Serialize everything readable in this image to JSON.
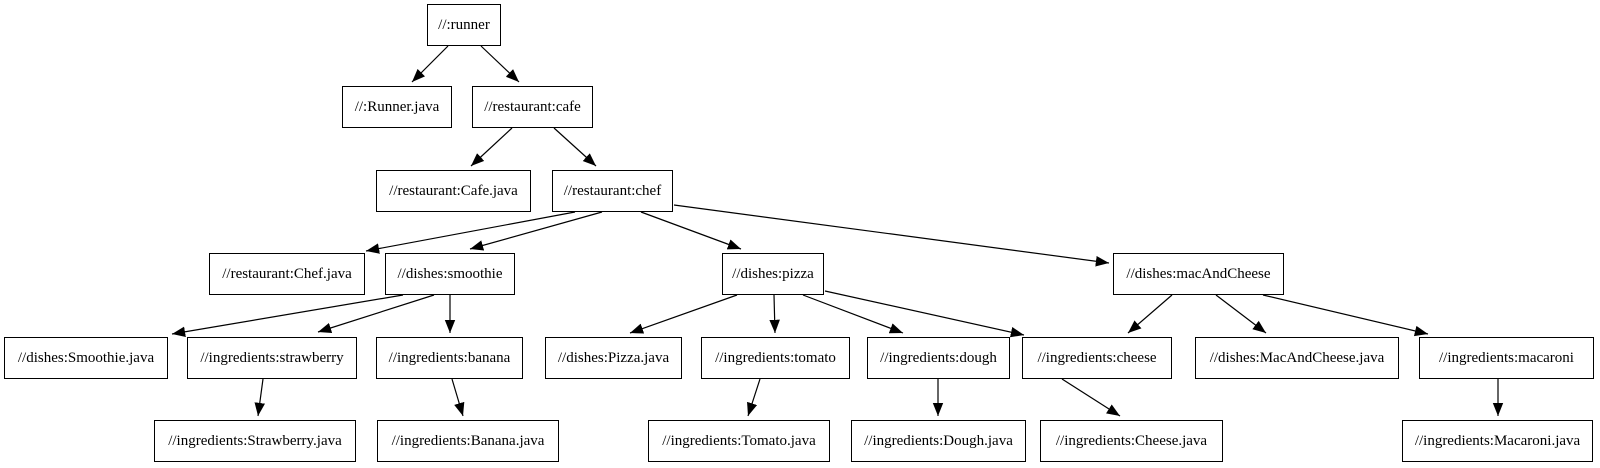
{
  "diagram_type": "dependency-graph",
  "colors": {
    "background": "#ffffff",
    "node_fill": "#ffffff",
    "node_border": "#000000",
    "edge": "#000000",
    "text": "#000000"
  },
  "nodes": [
    {
      "id": "runner",
      "label": "//:runner"
    },
    {
      "id": "runner_java",
      "label": "//:Runner.java"
    },
    {
      "id": "cafe",
      "label": "//restaurant:cafe"
    },
    {
      "id": "cafe_java",
      "label": "//restaurant:Cafe.java"
    },
    {
      "id": "chef",
      "label": "//restaurant:chef"
    },
    {
      "id": "chef_java",
      "label": "//restaurant:Chef.java"
    },
    {
      "id": "smoothie",
      "label": "//dishes:smoothie"
    },
    {
      "id": "pizza",
      "label": "//dishes:pizza"
    },
    {
      "id": "mac_and_cheese",
      "label": "//dishes:macAndCheese"
    },
    {
      "id": "smoothie_java",
      "label": "//dishes:Smoothie.java"
    },
    {
      "id": "strawberry",
      "label": "//ingredients:strawberry"
    },
    {
      "id": "banana",
      "label": "//ingredients:banana"
    },
    {
      "id": "pizza_java",
      "label": "//dishes:Pizza.java"
    },
    {
      "id": "tomato",
      "label": "//ingredients:tomato"
    },
    {
      "id": "dough",
      "label": "//ingredients:dough"
    },
    {
      "id": "cheese",
      "label": "//ingredients:cheese"
    },
    {
      "id": "mac_and_cheese_java",
      "label": "//dishes:MacAndCheese.java"
    },
    {
      "id": "macaroni",
      "label": "//ingredients:macaroni"
    },
    {
      "id": "strawberry_java",
      "label": "//ingredients:Strawberry.java"
    },
    {
      "id": "banana_java",
      "label": "//ingredients:Banana.java"
    },
    {
      "id": "tomato_java",
      "label": "//ingredients:Tomato.java"
    },
    {
      "id": "dough_java",
      "label": "//ingredients:Dough.java"
    },
    {
      "id": "cheese_java",
      "label": "//ingredients:Cheese.java"
    },
    {
      "id": "macaroni_java",
      "label": "//ingredients:Macaroni.java"
    }
  ],
  "edges": [
    {
      "from": "runner",
      "to": "runner_java"
    },
    {
      "from": "runner",
      "to": "cafe"
    },
    {
      "from": "cafe",
      "to": "cafe_java"
    },
    {
      "from": "cafe",
      "to": "chef"
    },
    {
      "from": "chef",
      "to": "chef_java"
    },
    {
      "from": "chef",
      "to": "smoothie"
    },
    {
      "from": "chef",
      "to": "pizza"
    },
    {
      "from": "chef",
      "to": "mac_and_cheese"
    },
    {
      "from": "smoothie",
      "to": "smoothie_java"
    },
    {
      "from": "smoothie",
      "to": "strawberry"
    },
    {
      "from": "smoothie",
      "to": "banana"
    },
    {
      "from": "strawberry",
      "to": "strawberry_java"
    },
    {
      "from": "banana",
      "to": "banana_java"
    },
    {
      "from": "pizza",
      "to": "pizza_java"
    },
    {
      "from": "pizza",
      "to": "tomato"
    },
    {
      "from": "pizza",
      "to": "dough"
    },
    {
      "from": "pizza",
      "to": "cheese"
    },
    {
      "from": "mac_and_cheese",
      "to": "cheese"
    },
    {
      "from": "mac_and_cheese",
      "to": "mac_and_cheese_java"
    },
    {
      "from": "mac_and_cheese",
      "to": "macaroni"
    },
    {
      "from": "tomato",
      "to": "tomato_java"
    },
    {
      "from": "dough",
      "to": "dough_java"
    },
    {
      "from": "cheese",
      "to": "cheese_java"
    },
    {
      "from": "macaroni",
      "to": "macaroni_java"
    }
  ]
}
